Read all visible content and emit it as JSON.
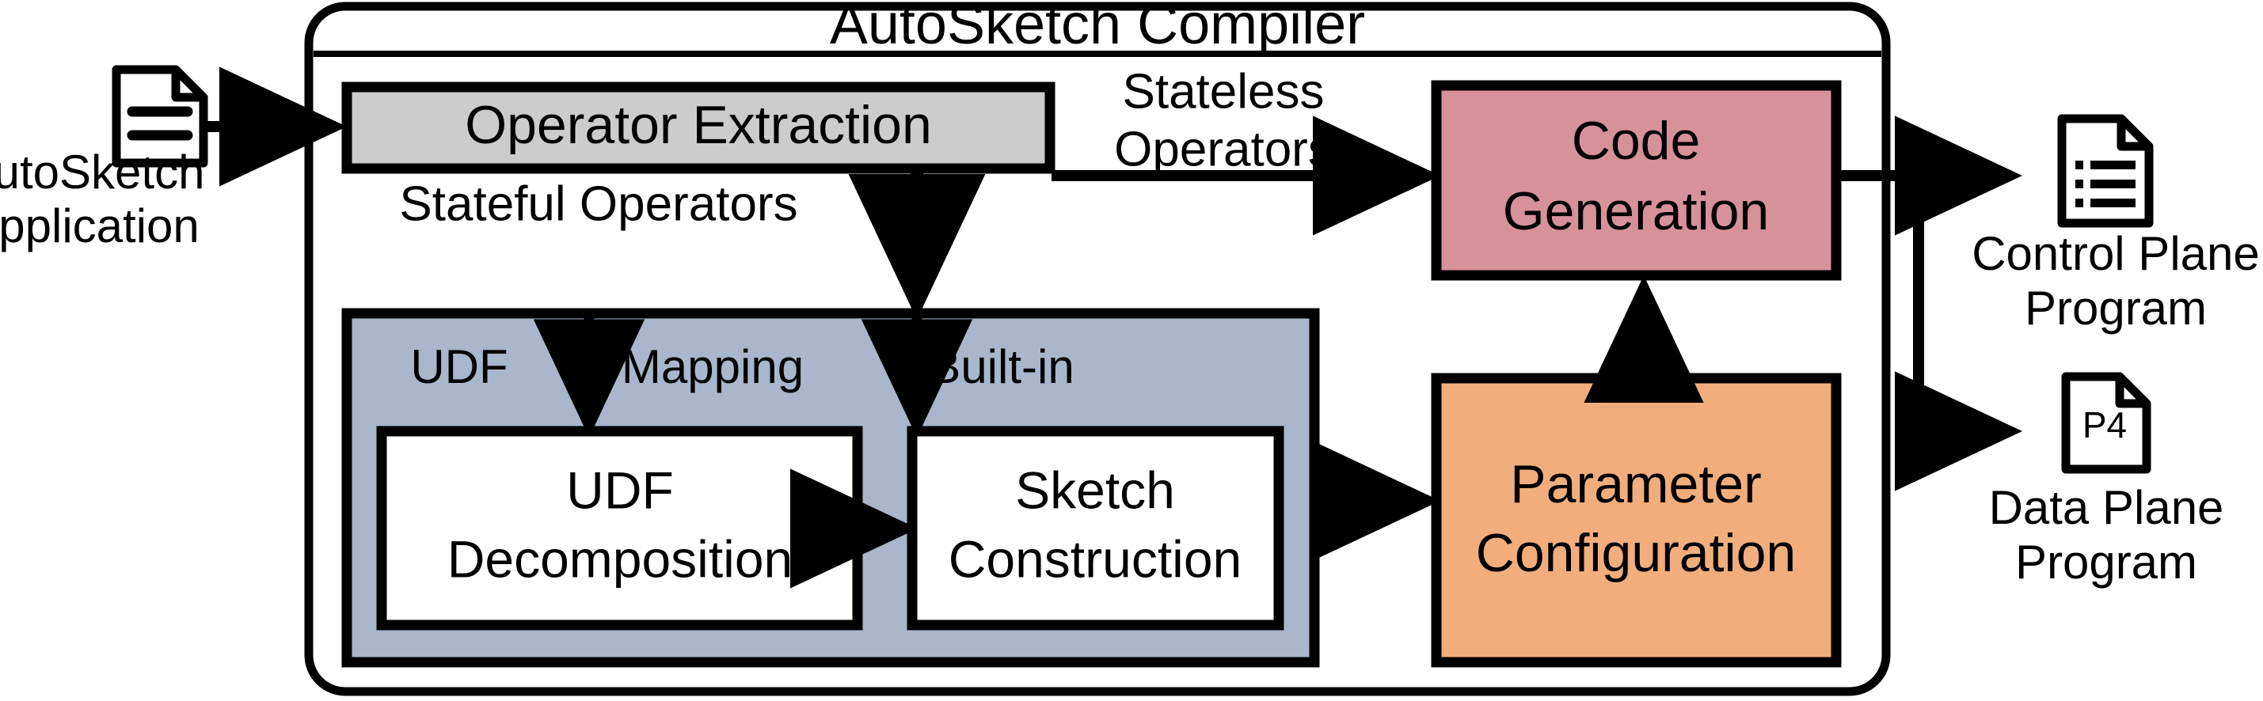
{
  "diagram": {
    "title": "AutoSketch Compiler",
    "colors": {
      "operator_extraction_fill": "#CCCCCC",
      "stateful_panel_fill": "#A9B6CB",
      "code_generation_fill": "#D6919A",
      "parameter_configuration_fill": "#F1AE7C",
      "inner_box_fill": "#FFFFFF",
      "stroke": "#000000",
      "background": "#FFFFFF"
    },
    "input": {
      "icon": "document-lines-icon",
      "caption_line1": "AutoSketch",
      "caption_line2": "Application"
    },
    "boxes": {
      "operator_extraction": "Operator  Extraction",
      "code_generation_line1": "Code",
      "code_generation_line2": "Generation",
      "udf_decomposition_line1": "UDF",
      "udf_decomposition_line2": "Decomposition",
      "sketch_construction_line1": "Sketch",
      "sketch_construction_line2": "Construction",
      "parameter_configuration_line1": "Parameter",
      "parameter_configuration_line2": "Configuration"
    },
    "edge_labels": {
      "stateless_line1": "Stateless",
      "stateless_line2": "Operators",
      "stateful": "Stateful Operators",
      "udf": "UDF",
      "mapping": "Mapping",
      "builtin": "Built-in"
    },
    "outputs": [
      {
        "icon": "document-list-icon",
        "icon_label": "",
        "caption_line1": "Control Plane",
        "caption_line2": "Program"
      },
      {
        "icon": "document-p4-icon",
        "icon_label": "P4",
        "caption_line1": "Data Plane",
        "caption_line2": "Program"
      }
    ]
  }
}
